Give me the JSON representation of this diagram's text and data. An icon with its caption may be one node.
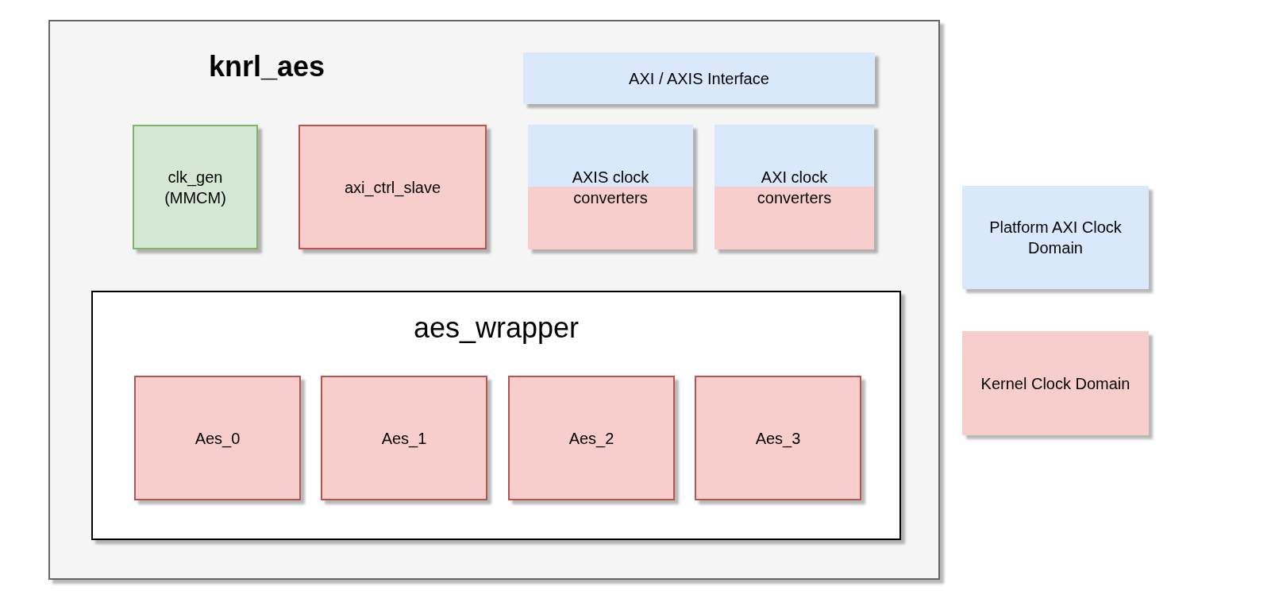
{
  "diagram": {
    "nodes": [
      {
        "text": [
          "knrl_aes"
        ]
      },
      {
        "text": [
          "AXI / AXIS Interface"
        ],
        "in": 0
      },
      {
        "text": [
          "clk_gen (MMCM)"
        ],
        "in": 0
      },
      {
        "text": [
          "axi_ctrl_slave"
        ],
        "in": 0
      },
      {
        "text": [
          "AXIS clock converters"
        ],
        "in": 0
      },
      {
        "text": [
          "AXI clock converters"
        ],
        "in": 0
      },
      {
        "text": [
          "aes_wrapper"
        ],
        "in": 0
      },
      {
        "text": [
          "Aes_0"
        ],
        "in": 6
      },
      {
        "text": [
          "Aes_1"
        ],
        "in": 6
      },
      {
        "text": [
          "Aes_2"
        ],
        "in": 6
      },
      {
        "text": [
          "Aes_3"
        ],
        "in": 6
      }
    ],
    "edges": [],
    "legend": [
      {
        "text": "Platform AXI Clock Domain",
        "color": "#dae8fc"
      },
      {
        "text": "Kernel Clock Domain",
        "color": "#f8cecc"
      }
    ]
  }
}
